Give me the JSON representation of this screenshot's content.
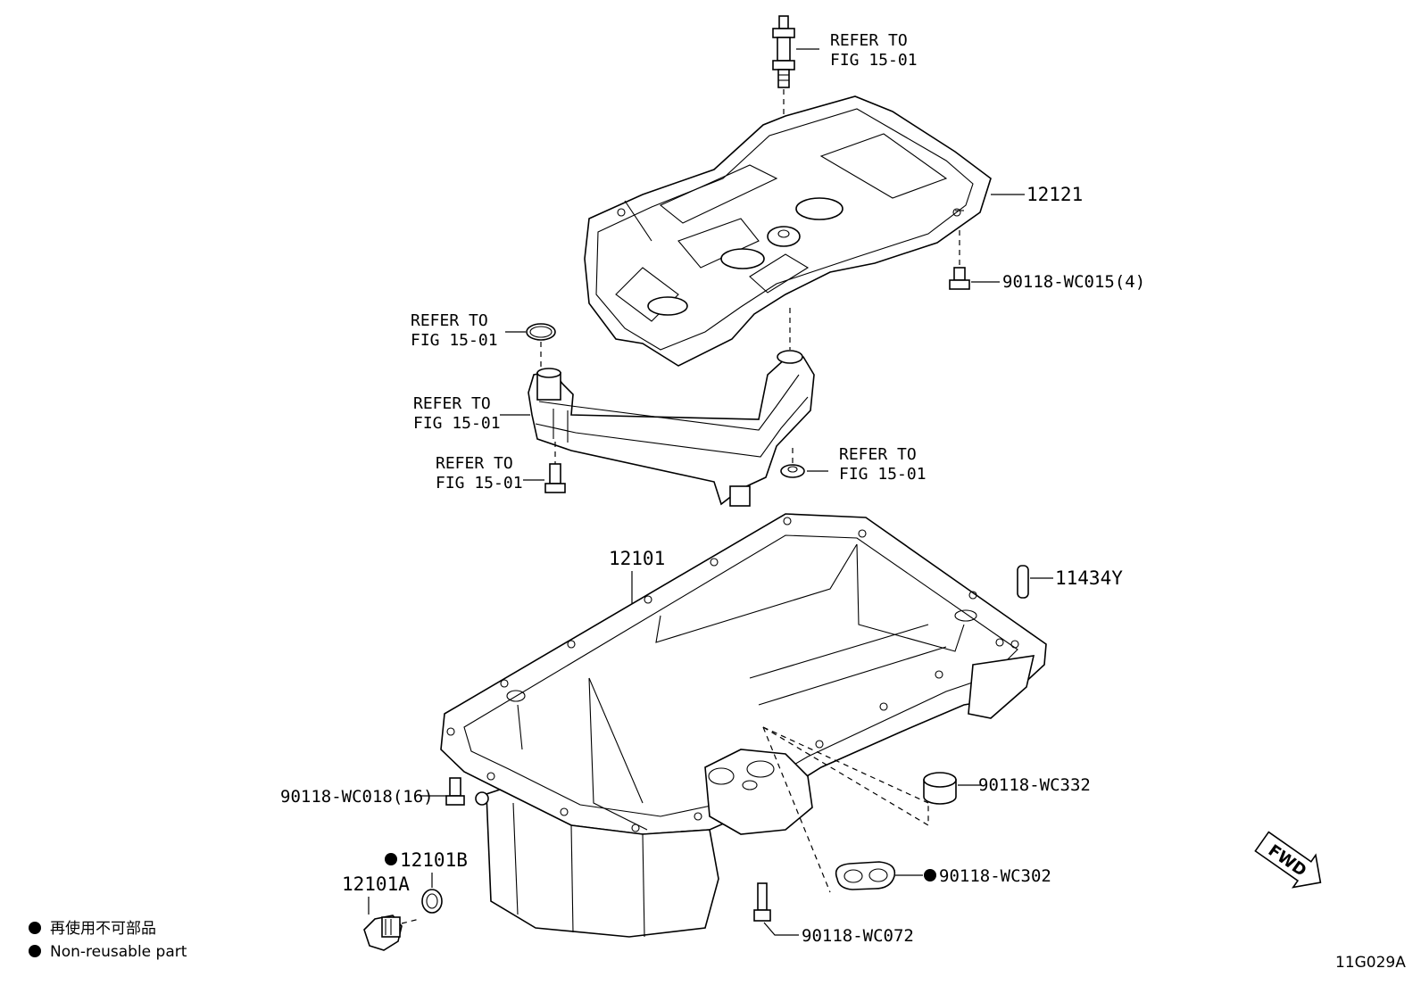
{
  "diagram": {
    "figure_code": "11G029A",
    "direction_label": "FWD",
    "legend": {
      "line1": "再使用不可部品",
      "line2": "Non-reusable part"
    },
    "parts": {
      "p12121": "12121",
      "p90118_wc015": "90118-WC015(4)",
      "p12101": "12101",
      "p11434y": "11434Y",
      "p90118_wc018": "90118-WC018(16)",
      "p90118_wc332": "90118-WC332",
      "p12101b": "12101B",
      "p12101a": "12101A",
      "p90118_wc302": "90118-WC302",
      "p90118_wc072": "90118-WC072"
    },
    "references": {
      "ref_top_line1": "REFER TO",
      "ref_top_line2": "FIG 15-01",
      "ref_oring_line1": "REFER TO",
      "ref_oring_line2": "FIG 15-01",
      "ref_strainer_line1": "REFER TO",
      "ref_strainer_line2": "FIG 15-01",
      "ref_bolt_line1": "REFER TO",
      "ref_bolt_line2": "FIG 15-01",
      "ref_nut_line1": "REFER TO",
      "ref_nut_line2": "FIG 15-01"
    }
  }
}
